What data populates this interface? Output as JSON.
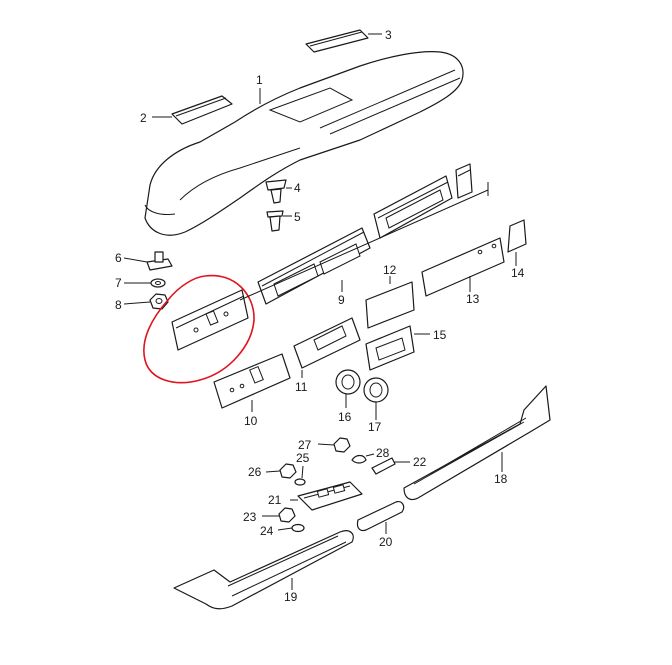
{
  "highlight_color": "#e0141e",
  "line_color": "#1a1a1a",
  "callouts": [
    {
      "id": "1",
      "label": "1"
    },
    {
      "id": "2",
      "label": "2"
    },
    {
      "id": "3",
      "label": "3"
    },
    {
      "id": "4",
      "label": "4"
    },
    {
      "id": "5",
      "label": "5"
    },
    {
      "id": "6",
      "label": "6"
    },
    {
      "id": "7",
      "label": "7"
    },
    {
      "id": "8",
      "label": "8"
    },
    {
      "id": "9",
      "label": "9"
    },
    {
      "id": "10",
      "label": "10"
    },
    {
      "id": "11",
      "label": "11"
    },
    {
      "id": "12",
      "label": "12"
    },
    {
      "id": "13",
      "label": "13"
    },
    {
      "id": "14",
      "label": "14"
    },
    {
      "id": "15",
      "label": "15"
    },
    {
      "id": "16",
      "label": "16"
    },
    {
      "id": "17",
      "label": "17"
    },
    {
      "id": "18",
      "label": "18"
    },
    {
      "id": "19",
      "label": "19"
    },
    {
      "id": "20",
      "label": "20"
    },
    {
      "id": "21",
      "label": "21"
    },
    {
      "id": "22",
      "label": "22"
    },
    {
      "id": "23",
      "label": "23"
    },
    {
      "id": "24",
      "label": "24"
    },
    {
      "id": "25",
      "label": "25"
    },
    {
      "id": "26",
      "label": "26"
    },
    {
      "id": "27",
      "label": "27"
    },
    {
      "id": "28",
      "label": "28"
    }
  ]
}
